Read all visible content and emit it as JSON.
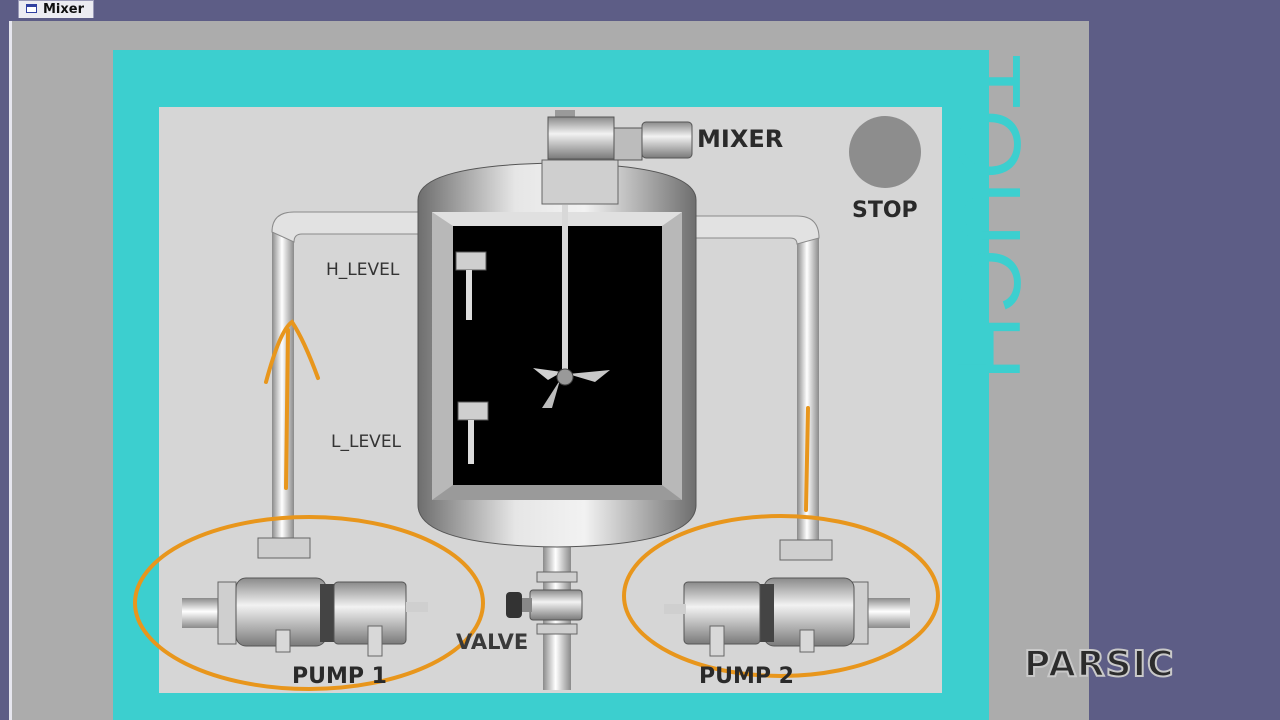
{
  "window": {
    "tab_title": "Mixer"
  },
  "panel": {
    "frame_label": "TOUCH"
  },
  "mixer": {
    "label": "MIXER"
  },
  "stop": {
    "label": "STOP"
  },
  "tank": {
    "high_level_label": "H_LEVEL",
    "low_level_label": "L_LEVEL"
  },
  "valve": {
    "label": "VALVE"
  },
  "pumps": [
    {
      "label": "PUMP 1"
    },
    {
      "label": "PUMP 2"
    }
  ],
  "brand": {
    "logo_text": "PARSIC"
  },
  "colors": {
    "bezel": "#3ccfcf",
    "screen": "#d6d6d6",
    "annotation": "#e8961c",
    "background": "#5d5d86"
  }
}
